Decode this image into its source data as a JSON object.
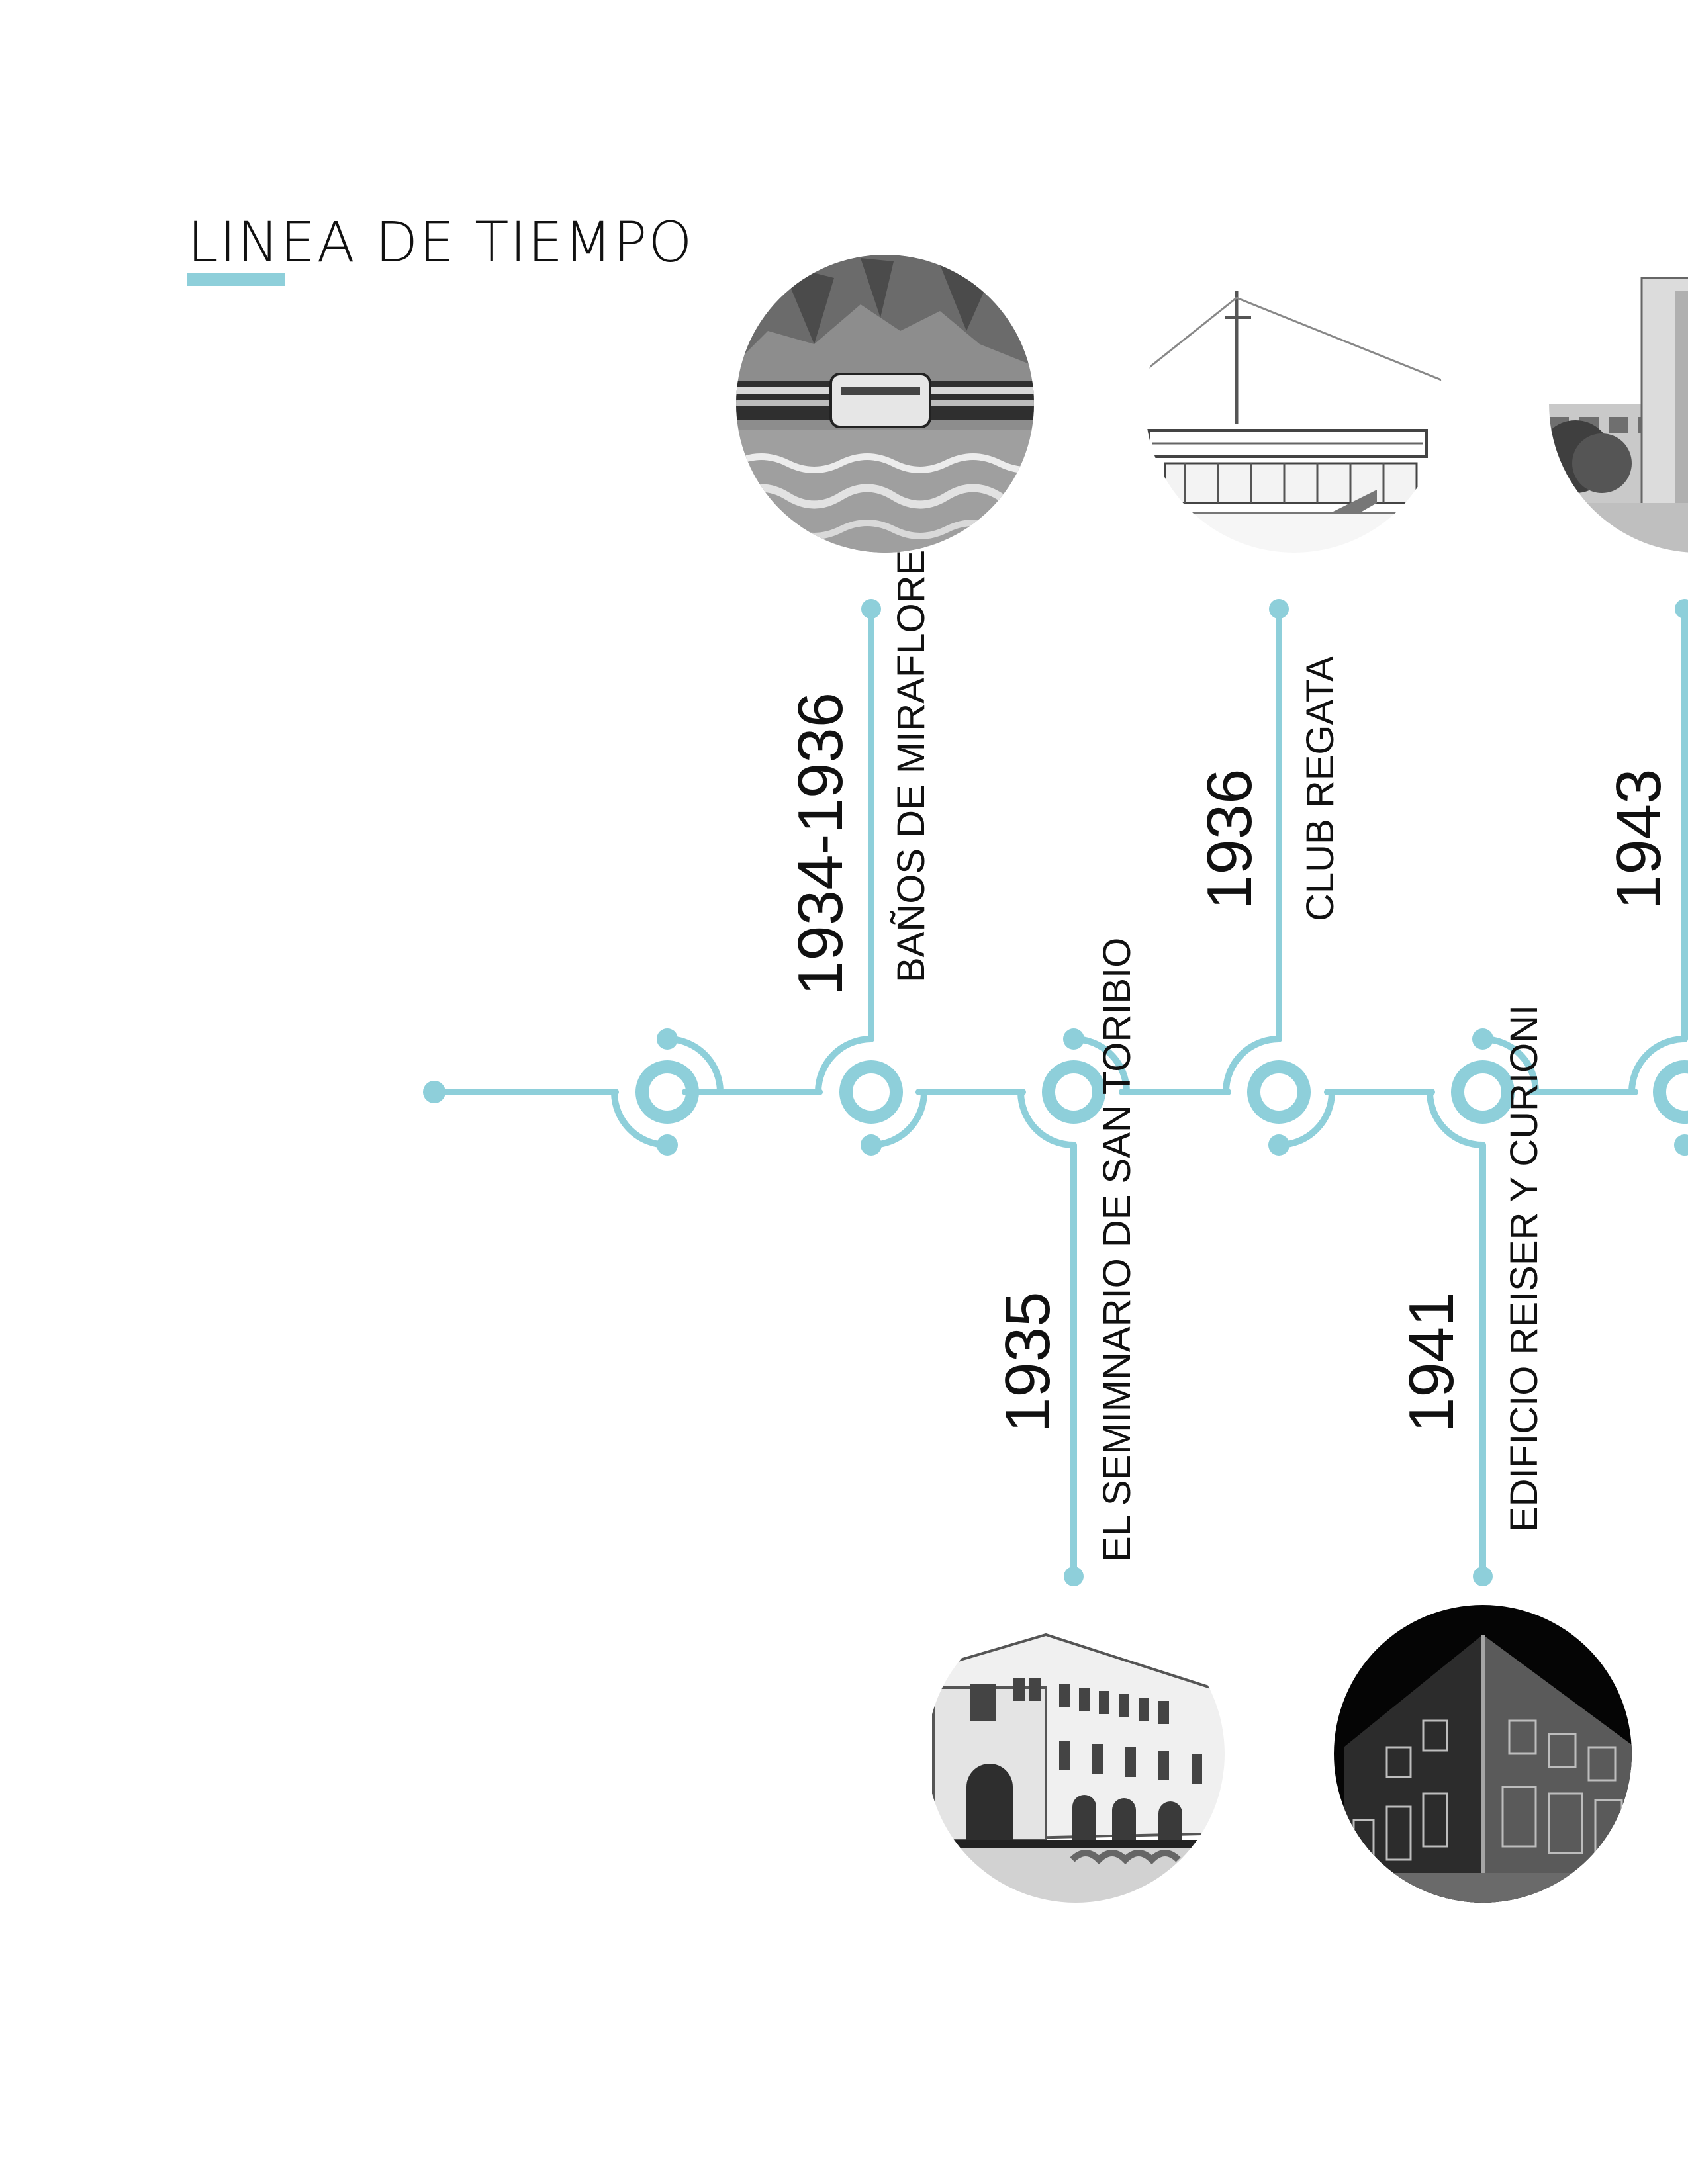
{
  "title": "LINEA DE TIEMPO",
  "colors": {
    "accent": "#8ecfda",
    "text": "#111111",
    "background": "#ffffff"
  },
  "events": [
    {
      "year": "1934-1936",
      "label": "BAÑOS DE MIRAFLORES",
      "side": "top",
      "photo": "bath-pier-photo"
    },
    {
      "year": "1935",
      "label": "EL SEMIMNARIO DE SAN TORIBIO",
      "side": "bottom",
      "photo": "seminary-photo"
    },
    {
      "year": "1936",
      "label": "CLUB REGATA",
      "side": "top",
      "photo": "club-sketch-photo"
    },
    {
      "year": "1941",
      "label": "EDIFICIO REISER Y CURIONI",
      "side": "bottom",
      "photo": "night-building-photo"
    },
    {
      "year": "1943",
      "label": "",
      "side": "top",
      "photo": "tower-building-photo"
    }
  ]
}
